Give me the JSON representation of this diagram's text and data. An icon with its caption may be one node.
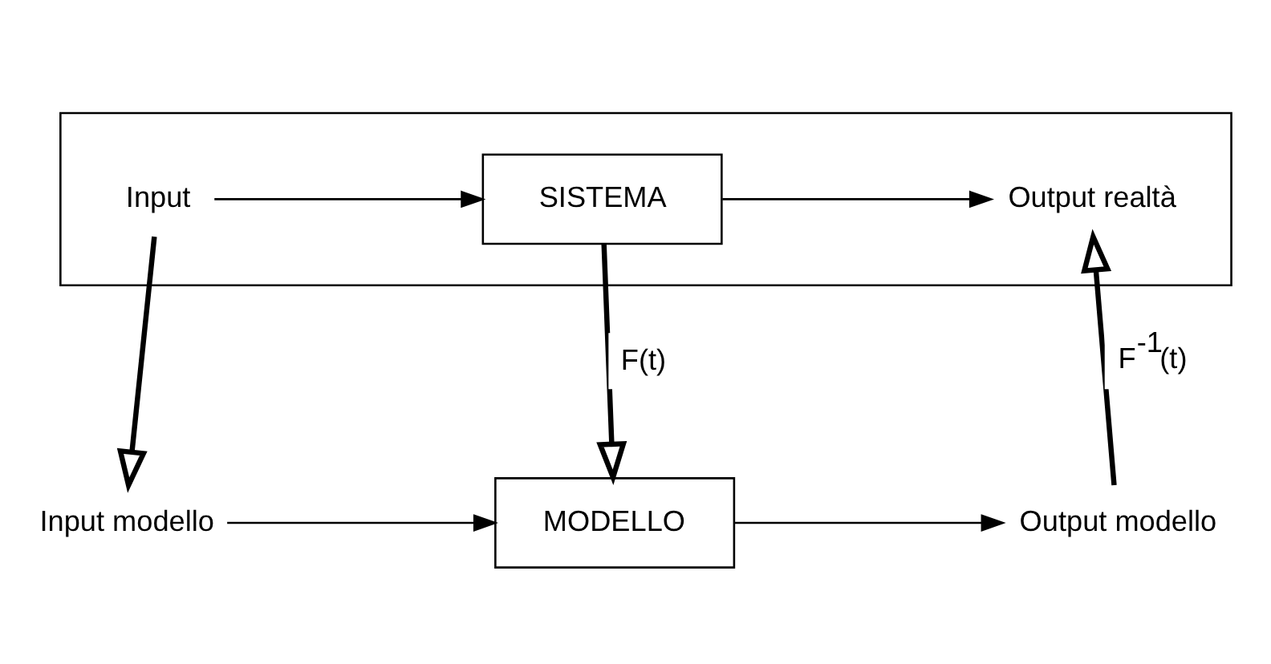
{
  "diagram": {
    "nodes": [
      {
        "text": [],
        "shape": "box"
      },
      {
        "text": [
          "Input"
        ],
        "in": 0
      },
      {
        "text": [
          "SISTEMA"
        ],
        "in": 0
      },
      {
        "text": [
          "Output realtà"
        ],
        "in": 0
      },
      {
        "text": [
          "Input modello"
        ]
      },
      {
        "text": [
          "MODELLO"
        ]
      },
      {
        "text": [
          "Output modello"
        ]
      }
    ],
    "edges": [
      {
        "from": 1,
        "to": 2,
        "arrow": "to"
      },
      {
        "from": 2,
        "to": 3,
        "arrow": "to"
      },
      {
        "from": 1,
        "to": 4,
        "arrow": "to",
        "style": "thick"
      },
      {
        "from": 2,
        "to": 5,
        "arrow": "to",
        "style": "thick",
        "label": "F(t)"
      },
      {
        "from": 6,
        "to": 3,
        "arrow": "to",
        "style": "thick",
        "label": "F$^{-1}$(t)"
      },
      {
        "from": 4,
        "to": 5,
        "arrow": "to"
      },
      {
        "from": 5,
        "to": 6,
        "arrow": "to"
      }
    ]
  }
}
